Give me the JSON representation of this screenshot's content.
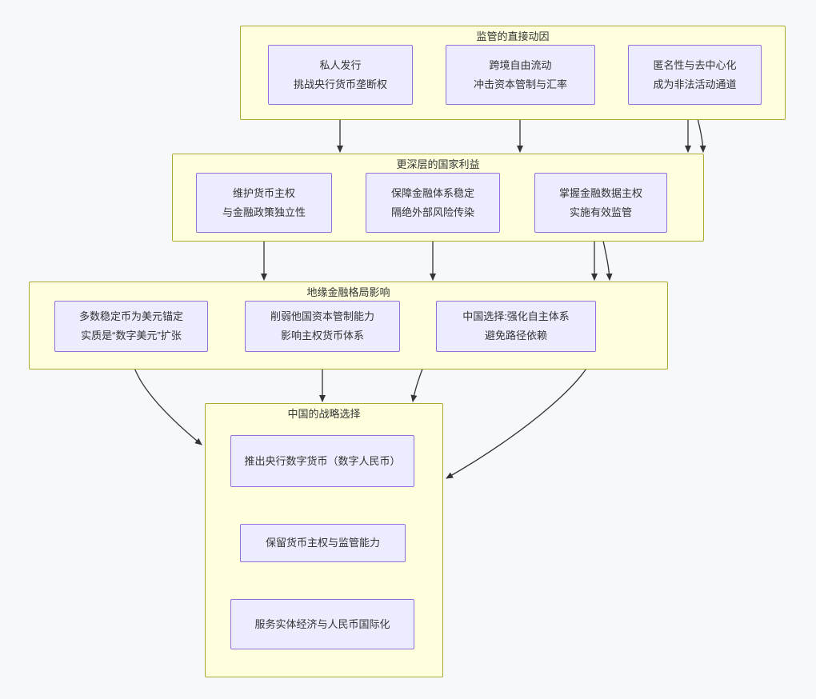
{
  "diagram": {
    "title": "监管的直接动因 / 更深层的国家利益 / 地缘金融格局影响 / 中国的战略选择",
    "background_color": "#f7f8fb",
    "cluster_fill": "#ffffde",
    "cluster_stroke": "#aaaa33",
    "node_fill": "#ececff",
    "node_stroke": "#9370db",
    "text_color": "#333333",
    "edge_color": "#333333"
  },
  "clusters": [
    {
      "id": "c1",
      "title": "监管的直接动因",
      "nodes": [
        {
          "id": "n1",
          "lines": [
            "私人发行",
            "挑战央行货币垄断权"
          ]
        },
        {
          "id": "n2",
          "lines": [
            "跨境自由流动",
            "冲击资本管制与汇率"
          ]
        },
        {
          "id": "n3",
          "lines": [
            "匿名性与去中心化",
            "成为非法活动通道"
          ]
        }
      ]
    },
    {
      "id": "c2",
      "title": "更深层的国家利益",
      "nodes": [
        {
          "id": "n4",
          "lines": [
            "维护货币主权",
            "与金融政策独立性"
          ]
        },
        {
          "id": "n5",
          "lines": [
            "保障金融体系稳定",
            "隔绝外部风险传染"
          ]
        },
        {
          "id": "n6",
          "lines": [
            "掌握金融数据主权",
            "实施有效监管"
          ]
        }
      ]
    },
    {
      "id": "c3",
      "title": "地缘金融格局影响",
      "nodes": [
        {
          "id": "n7",
          "lines": [
            "多数稳定币为美元锚定",
            "实质是“数字美元”扩张"
          ]
        },
        {
          "id": "n8",
          "lines": [
            "削弱他国资本管制能力",
            "影响主权货币体系"
          ]
        },
        {
          "id": "n9",
          "lines": [
            "中国选择:强化自主体系",
            "避免路径依赖"
          ]
        }
      ]
    },
    {
      "id": "c4",
      "title": "中国的战略选择",
      "nodes": [
        {
          "id": "n10",
          "lines": [
            "推出央行数字货币（数字人",
            "民币）"
          ]
        },
        {
          "id": "n11",
          "lines": [
            "保留货币主权与监管能力"
          ]
        },
        {
          "id": "n12",
          "lines": [
            "服务实体经济与人民币国际",
            "化"
          ]
        }
      ]
    }
  ]
}
